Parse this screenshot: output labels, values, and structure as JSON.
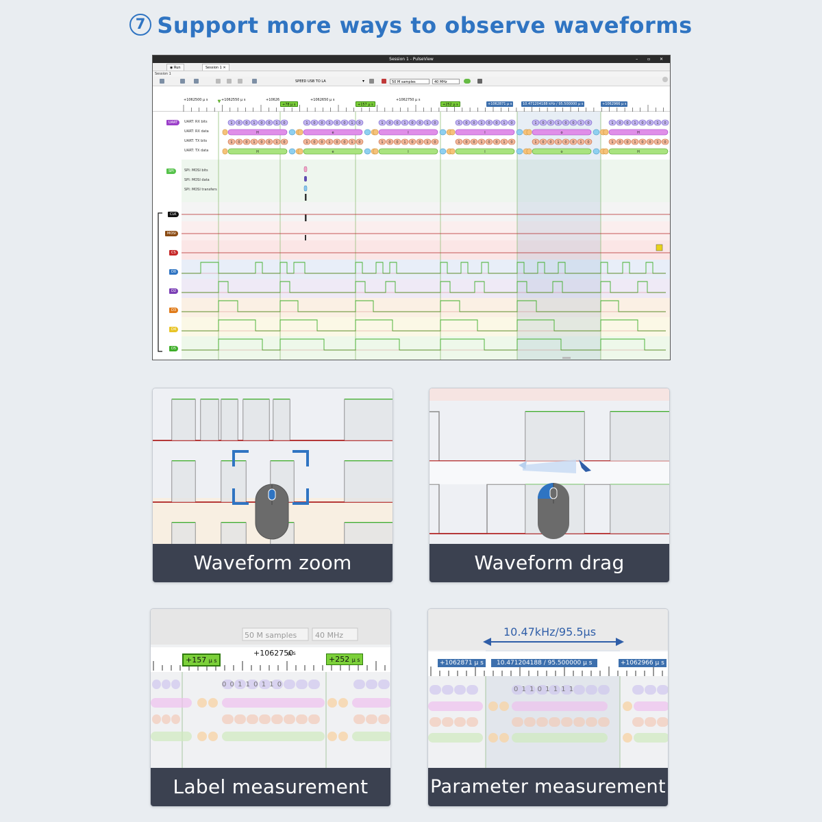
{
  "headline": {
    "number": "7",
    "text": "Support more ways to observe waveforms"
  },
  "window": {
    "title": "Session 1 - PulseView",
    "tabs": [
      "Run",
      "Session 1"
    ],
    "session_label": "Session 1",
    "device": "SPEED USB TO LA",
    "samples": "50 M samples",
    "rate": "40 MHz"
  },
  "ruler": {
    "labels": [
      "+1062500 μ s",
      "+1062550 μ s",
      "+10626",
      "+1062650 μ s",
      "+1062750 μ s"
    ],
    "flags": [
      "+78 μ s",
      "+157 μ s",
      "+252 μ s",
      "+1062871 μ s",
      "10.471204188 kHz / 95.500000 μ s",
      "+1062966 μ s"
    ]
  },
  "tracks": {
    "decoders": [
      "UART: RX bits",
      "UART: RX data",
      "UART: TX bits",
      "UART: TX data",
      "SPI: MOSI bits",
      "SPI: MOSI data",
      "SPI: MOSI transfers"
    ],
    "uart_tag": "UART",
    "spi_tag": "SPI",
    "channels": [
      "CLK",
      "MOSI",
      "CS",
      "D0",
      "D2",
      "D3",
      "D4",
      "D5"
    ],
    "data_letters": [
      "H",
      "e",
      "l",
      "l",
      "o"
    ]
  },
  "cards": [
    {
      "caption": "Waveform zoom"
    },
    {
      "caption": "Waveform drag"
    },
    {
      "caption": "Label measurement",
      "samples": "50 M samples",
      "rate": "40 MHz",
      "ruler_label": "+1062750",
      "unit": "μ s",
      "flag1": "+157",
      "flag2": "+252",
      "bits": "0 0 1 1 0 1 1 0"
    },
    {
      "caption": "Parameter measurement",
      "measure": "10.47kHz/95.5μs",
      "flag1": "+1062871 μ s",
      "flag2": "10.471204188 / 95.500000 μ s",
      "flag3": "+1062966 μ s",
      "bits": "0 1 1 0 1 1 1 1"
    }
  ],
  "colors": {
    "accent": "#2f74c2",
    "uart": "#9b3fc9",
    "spi": "#55c24a",
    "green_wave": "#3fae2a",
    "red_wave": "#b32424",
    "caption_bg": "#3b4150"
  }
}
